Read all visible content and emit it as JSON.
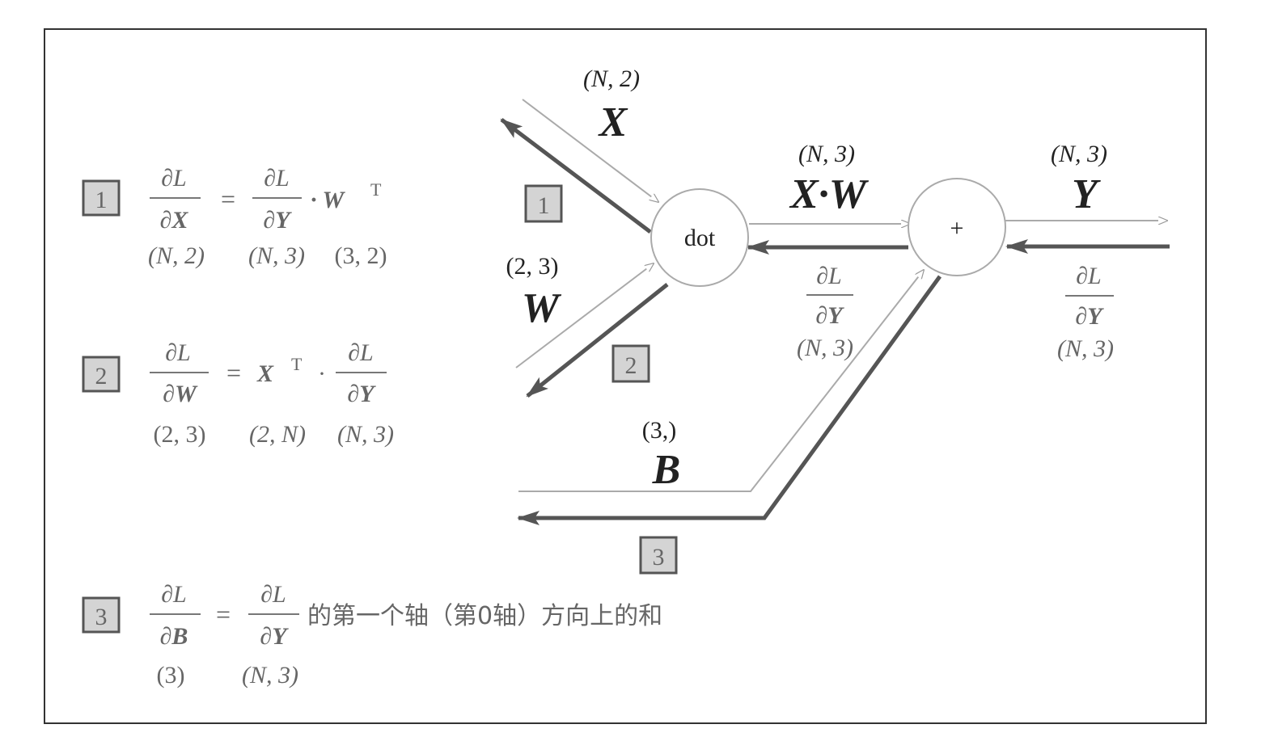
{
  "equations": [
    {
      "badge": "1",
      "lhs_num": "∂L",
      "lhs_den": "∂X",
      "eq": "=",
      "rhs_num": "∂L",
      "rhs_den": "∂Y",
      "rhs_tail": "· W",
      "sup": "T",
      "shapes": [
        "(N, 2)",
        "(N, 3)",
        "(3, 2)"
      ]
    },
    {
      "badge": "2",
      "lhs_num": "∂L",
      "lhs_den": "∂W",
      "eq": "=",
      "mid_term": "X",
      "sup": "T",
      "dot": "·",
      "rhs_num": "∂L",
      "rhs_den": "∂Y",
      "shapes": [
        "(2, 3)",
        "(2, N)",
        "(N, 3)"
      ]
    },
    {
      "badge": "3",
      "lhs_num": "∂L",
      "lhs_den": "∂B",
      "eq": "=",
      "rhs_num": "∂L",
      "rhs_den": "∂Y",
      "text": "的第一个轴（第0轴）方向上的和",
      "shapes": [
        "(3)",
        "(N, 3)"
      ]
    }
  ],
  "graph": {
    "x_shape": "(N, 2)",
    "x_label": "X",
    "w_shape": "(2, 3)",
    "w_label": "W",
    "b_shape": "(3,)",
    "b_label": "B",
    "xw_shape": "(N, 3)",
    "xw_label": "X·W",
    "y_shape": "(N, 3)",
    "y_label": "Y",
    "dot_node": "dot",
    "plus_node": "+",
    "grad_mid_num": "∂L",
    "grad_mid_den": "∂Y",
    "grad_mid_shape": "(N, 3)",
    "grad_right_num": "∂L",
    "grad_right_den": "∂Y",
    "grad_right_shape": "(N, 3)",
    "badge1": "1",
    "badge2": "2",
    "badge3": "3"
  },
  "colors": {
    "forward": "#aaaaaa",
    "backward": "#555555",
    "badge_fill": "#d4d4d4",
    "badge_border": "#555555"
  }
}
